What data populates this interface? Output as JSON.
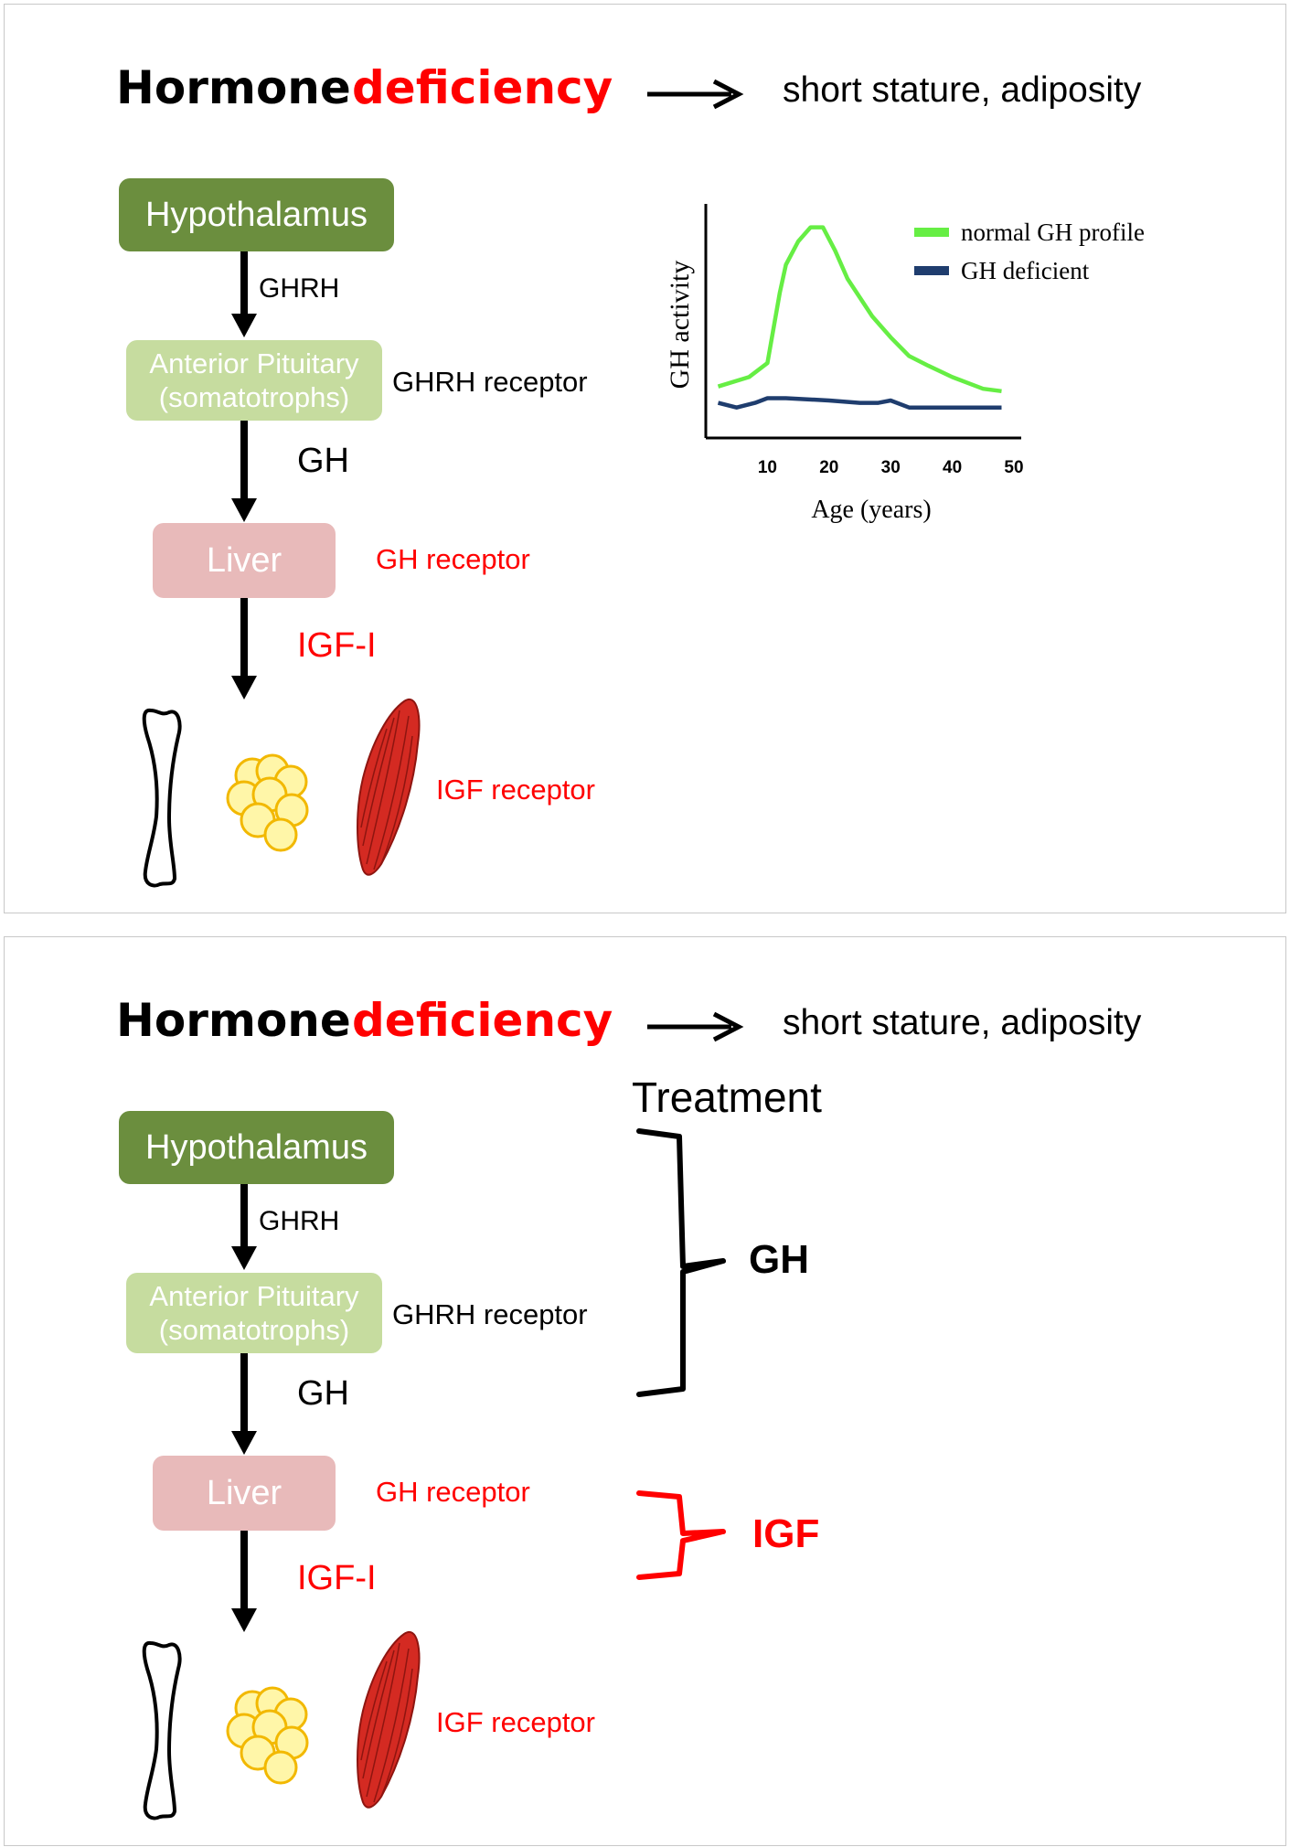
{
  "panels": [
    {
      "title": {
        "word1": "Hormone",
        "word2": "deficiency"
      },
      "consequence": "short stature, adiposity",
      "pathway": {
        "hypothalamus": "Hypothalamus",
        "ghrh": "GHRH",
        "pituitary_line1": "Anterior Pituitary",
        "pituitary_line2": "(somatotrophs)",
        "ghrh_receptor": "GHRH receptor",
        "gh": "GH",
        "liver": "Liver",
        "gh_receptor": "GH receptor",
        "igf1": "IGF-I",
        "igf_receptor": "IGF receptor"
      }
    },
    {
      "title": {
        "word1": "Hormone",
        "word2": "deficiency"
      },
      "consequence": "short stature, adiposity",
      "pathway": {
        "hypothalamus": "Hypothalamus",
        "ghrh": "GHRH",
        "pituitary_line1": "Anterior Pituitary",
        "pituitary_line2": "(somatotrophs)",
        "ghrh_receptor": "GHRH receptor",
        "gh": "GH",
        "liver": "Liver",
        "gh_receptor": "GH receptor",
        "igf1": "IGF-I",
        "igf_receptor": "IGF receptor"
      },
      "treatment": {
        "heading": "Treatment",
        "gh": "GH",
        "igf": "IGF"
      }
    }
  ],
  "colors": {
    "red": "#ff0000",
    "hypothalamus": "#6b8e3e",
    "pituitary": "#c6dc9f",
    "liver": "#e8baba",
    "normal_line": "#66ee44",
    "deficient_line": "#1f3d6e",
    "fat_fill": "#fff6a8",
    "fat_stroke": "#f2b800",
    "muscle": "#d42a22"
  },
  "chart_data": {
    "type": "line",
    "ylabel": "GH activity",
    "xlabel": "Age (years)",
    "xticks": [
      10,
      20,
      30,
      40,
      50
    ],
    "xlim": [
      0,
      50
    ],
    "ylim": [
      0,
      1
    ],
    "y_tick_labels_shown": false,
    "legend_position": "top-right",
    "series": [
      {
        "name": "normal GH profile",
        "color": "#66ee44",
        "x": [
          2,
          7,
          10,
          12,
          13,
          15,
          17,
          19,
          21,
          23,
          25,
          27,
          30,
          33,
          36,
          40,
          45,
          48
        ],
        "y": [
          0.22,
          0.26,
          0.32,
          0.62,
          0.74,
          0.84,
          0.9,
          0.9,
          0.8,
          0.68,
          0.6,
          0.52,
          0.43,
          0.35,
          0.31,
          0.26,
          0.21,
          0.2
        ]
      },
      {
        "name": "GH deficient",
        "color": "#1f3d6e",
        "x": [
          2,
          5,
          8,
          10,
          13,
          20,
          25,
          28,
          30,
          33,
          36,
          42,
          48
        ],
        "y": [
          0.15,
          0.13,
          0.15,
          0.17,
          0.17,
          0.16,
          0.15,
          0.15,
          0.16,
          0.13,
          0.13,
          0.13,
          0.13
        ]
      }
    ]
  }
}
